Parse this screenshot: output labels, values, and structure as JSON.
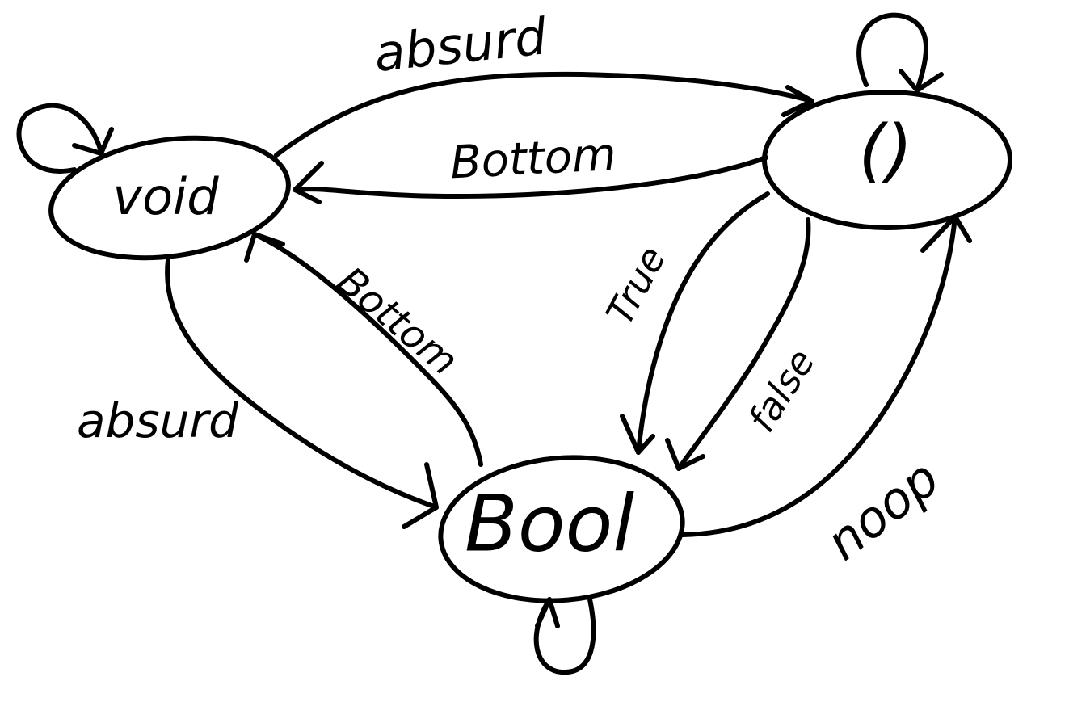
{
  "colors": {
    "ink": "#000000",
    "background": "#ffffff"
  },
  "nodes": {
    "void": {
      "label": "void"
    },
    "unit": {
      "label": "()"
    },
    "bool": {
      "label": "Bool"
    }
  },
  "edges": {
    "void_to_unit": {
      "label": "absurd",
      "from": "void",
      "to": "unit"
    },
    "unit_to_void": {
      "label": "Bottom",
      "from": "unit",
      "to": "void"
    },
    "bool_to_void": {
      "label": "Bottom",
      "from": "bool",
      "to": "void"
    },
    "void_to_bool": {
      "label": "absurd",
      "from": "void",
      "to": "bool"
    },
    "unit_to_bool_true": {
      "label": "True",
      "from": "unit",
      "to": "bool"
    },
    "unit_to_bool_false": {
      "label": "false",
      "from": "unit",
      "to": "bool"
    },
    "bool_to_unit": {
      "label": "noop",
      "from": "bool",
      "to": "unit"
    },
    "void_self": {
      "from": "void",
      "to": "void"
    },
    "unit_self": {
      "from": "unit",
      "to": "unit"
    },
    "bool_self": {
      "from": "bool",
      "to": "bool"
    }
  }
}
